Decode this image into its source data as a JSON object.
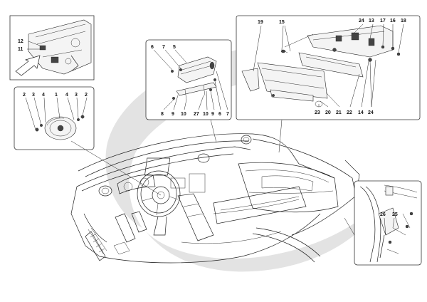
{
  "callouts": {
    "top_left": [
      "12",
      "11"
    ],
    "airbag_wheel": [
      "2",
      "3",
      "4",
      "1",
      "4",
      "3",
      "2"
    ],
    "passenger_airbag": [
      "6",
      "7",
      "5",
      "8",
      "9",
      "10",
      "27",
      "10",
      "9",
      "6",
      "7"
    ],
    "side_curtain": [
      "19",
      "15",
      "24",
      "13",
      "17",
      "16",
      "18",
      "23",
      "20",
      "21",
      "22",
      "14",
      "24"
    ],
    "door_pillar": [
      "26",
      "25"
    ]
  }
}
